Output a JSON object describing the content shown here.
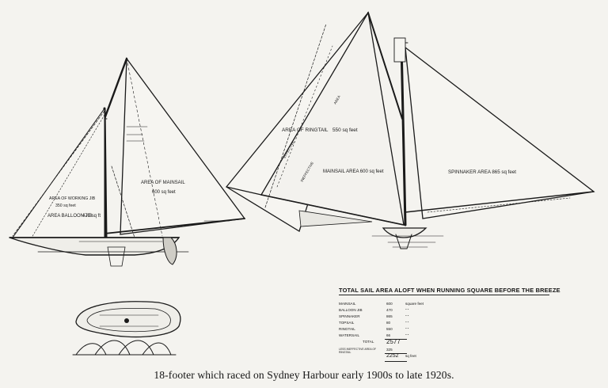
{
  "caption": "18-footer which raced on Sydney Harbour early 1900s to late 1920s.",
  "left_labels": {
    "mainsail": "AREA OF MAINSAIL",
    "mainsail_area": "600 sq feet",
    "working_jib": "AREA OF WORKING JIB",
    "working_jib_area": "350 sq feet",
    "balloon_jib": "AREA BALLOON JIB",
    "balloon_jib_area": "470 sq ft"
  },
  "right_labels": {
    "ringtail": "AREA OF RINGTAIL",
    "ringtail_area": "550 sq feet",
    "mainsail": "MAINSAIL AREA 600 sq feet",
    "spinnaker": "SPINNAKER AREA 865 sq feet",
    "effective": "EFFECTIVE",
    "ineffective": "INEFFECTIVE",
    "area": "AREA"
  },
  "sail_table": {
    "title": "TOTAL SAIL AREA ALOFT WHEN RUNNING SQUARE BEFORE THE BREEZE",
    "rows": [
      {
        "name": "MAINSAIL",
        "value": "600",
        "unit": "square feet"
      },
      {
        "name": "BALLOON JIB",
        "value": "470",
        "unit": "“ “"
      },
      {
        "name": "SPINNAKER",
        "value": "865",
        "unit": "“ “"
      },
      {
        "name": "TOPSAIL",
        "value": "80",
        "unit": "“ “"
      },
      {
        "name": "RINGTAIL",
        "value": "550",
        "unit": "“ “"
      },
      {
        "name": "WATERSAIL",
        "value": "66",
        "unit": "“ “"
      }
    ],
    "total_label": "TOTAL",
    "total_value": "2577",
    "less_label": "LESS INEFFECTIVE AREA OF RINGTAIL",
    "less_value": "325",
    "net_value": "2252",
    "net_unit": "sq feet"
  }
}
